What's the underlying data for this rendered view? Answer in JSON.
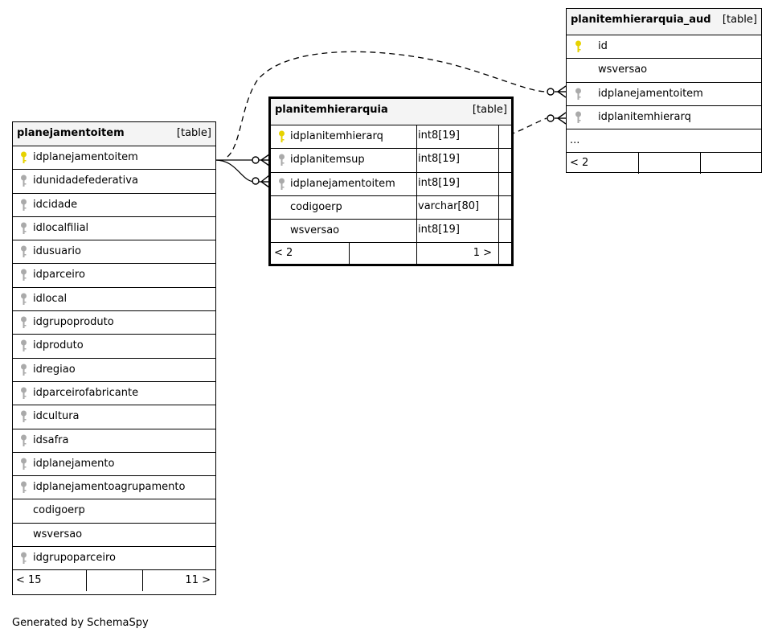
{
  "tables": {
    "planejamentoitem": {
      "name": "planejamentoitem",
      "tag": "[table]",
      "columns": [
        {
          "name": "idplanejamentoitem",
          "key": "primary"
        },
        {
          "name": "idunidadefederativa",
          "key": "foreign"
        },
        {
          "name": "idcidade",
          "key": "foreign"
        },
        {
          "name": "idlocalfilial",
          "key": "foreign"
        },
        {
          "name": "idusuario",
          "key": "foreign"
        },
        {
          "name": "idparceiro",
          "key": "foreign"
        },
        {
          "name": "idlocal",
          "key": "foreign"
        },
        {
          "name": "idgrupoproduto",
          "key": "foreign"
        },
        {
          "name": "idproduto",
          "key": "foreign"
        },
        {
          "name": "idregiao",
          "key": "foreign"
        },
        {
          "name": "idparceirofabricante",
          "key": "foreign"
        },
        {
          "name": "idcultura",
          "key": "foreign"
        },
        {
          "name": "idsafra",
          "key": "foreign"
        },
        {
          "name": "idplanejamento",
          "key": "foreign"
        },
        {
          "name": "idplanejamentoagrupamento",
          "key": "foreign"
        },
        {
          "name": "codigoerp",
          "key": "none"
        },
        {
          "name": "wsversao",
          "key": "none"
        },
        {
          "name": "idgrupoparceiro",
          "key": "foreign"
        }
      ],
      "footer_left": "< 15",
      "footer_right": "11 >"
    },
    "planitemhierarquia": {
      "name": "planitemhierarquia",
      "tag": "[table]",
      "columns": [
        {
          "name": "idplanitemhierarq",
          "type": "int8[19]",
          "key": "primary"
        },
        {
          "name": "idplanitemsup",
          "type": "int8[19]",
          "key": "foreign"
        },
        {
          "name": "idplanejamentoitem",
          "type": "int8[19]",
          "key": "foreign"
        },
        {
          "name": "codigoerp",
          "type": "varchar[80]",
          "key": "none"
        },
        {
          "name": "wsversao",
          "type": "int8[19]",
          "key": "none"
        }
      ],
      "footer_left": "< 2",
      "footer_right": "1 >"
    },
    "planitemhierarquia_aud": {
      "name": "planitemhierarquia_aud",
      "tag": "[table]",
      "columns": [
        {
          "name": "id",
          "key": "primary"
        },
        {
          "name": "wsversao",
          "key": "none"
        },
        {
          "name": "idplanejamentoitem",
          "key": "foreign"
        },
        {
          "name": "idplanitemhierarq",
          "key": "foreign"
        },
        {
          "name": "...",
          "key": "none"
        }
      ],
      "footer_left": "< 2",
      "footer_right": ""
    }
  },
  "colors": {
    "primary_key": "#e6d200",
    "foreign_key": "#aaaaaa",
    "header_bg": "#f4f4f4",
    "line": "#000000"
  },
  "caption": "Generated by SchemaSpy"
}
